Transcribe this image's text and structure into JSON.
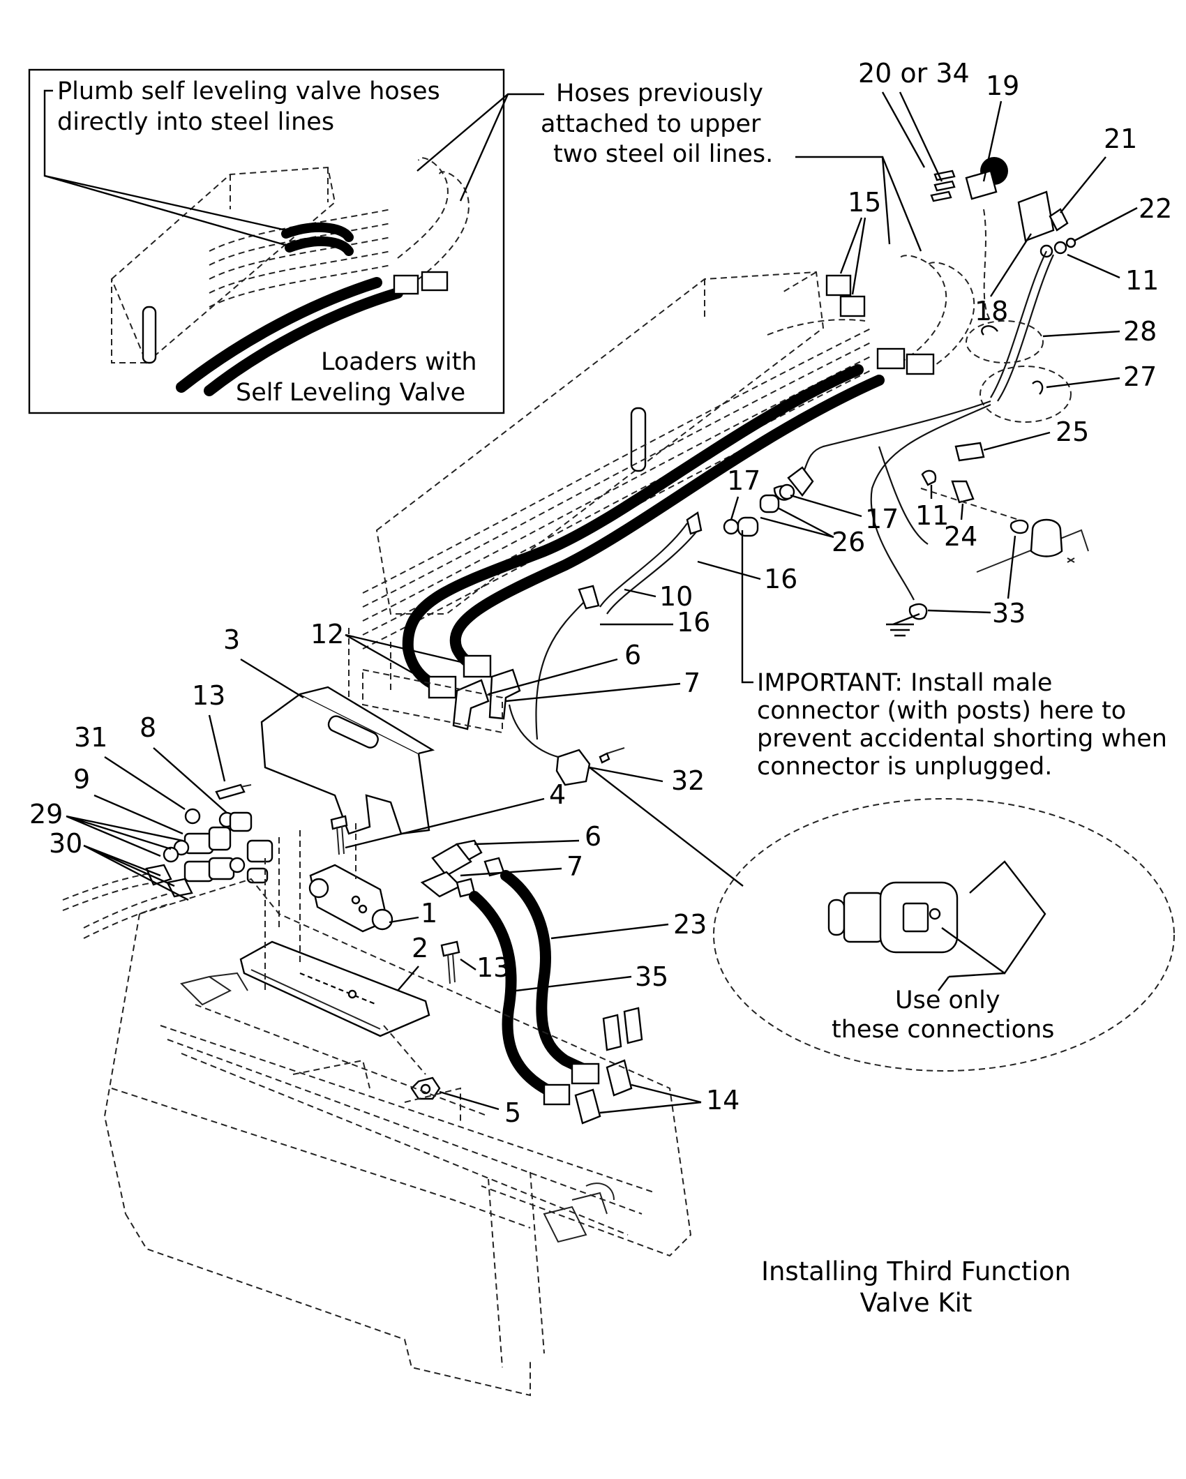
{
  "inset": {
    "callout": "Plumb self leveling valve hoses directly into steel lines",
    "callout_lines": [
      "Plumb self leveling valve hoses",
      "directly into steel lines"
    ],
    "caption_lines": [
      "Loaders with",
      "Self Leveling Valve"
    ]
  },
  "hoses_note_lines": [
    "Hoses previously",
    "attached to upper",
    "two steel oil lines."
  ],
  "important_note_lines": [
    "IMPORTANT: Install male",
    "connector (with posts) here to",
    "prevent accidental shorting when",
    "connector is unplugged."
  ],
  "detail_caption_lines": [
    "Use only",
    "these connections"
  ],
  "title_lines": [
    "Installing Third Function",
    "Valve Kit"
  ],
  "part_labels": {
    "p20or34": "20 or 34",
    "p19": "19",
    "p21": "21",
    "p22": "22",
    "p11a": "11",
    "p18": "18",
    "p28": "28",
    "p27": "27",
    "p25": "25",
    "p15": "15",
    "p17a": "17",
    "p17b": "17",
    "p11b": "11",
    "p24": "24",
    "p26": "26",
    "p16a": "16",
    "p10": "10",
    "p16b": "16",
    "p33": "33",
    "p12": "12",
    "p6a": "6",
    "p7a": "7",
    "p3": "3",
    "p13a": "13",
    "p31": "31",
    "p8": "8",
    "p9": "9",
    "p29": "29",
    "p30": "30",
    "p32": "32",
    "p4": "4",
    "p6b": "6",
    "p7b": "7",
    "p1": "1",
    "p2": "2",
    "p23": "23",
    "p13b": "13",
    "p35": "35",
    "p14": "14",
    "p5": "5"
  }
}
